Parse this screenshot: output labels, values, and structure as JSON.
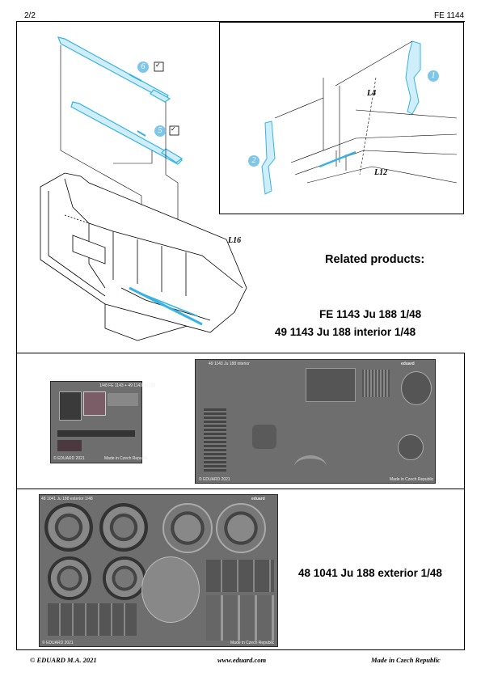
{
  "header": {
    "page": "2/2",
    "code": "FE 1144"
  },
  "callouts": {
    "part6": "6",
    "part5": "5",
    "part1": "1",
    "part2": "2",
    "bend_mark": "✓"
  },
  "labels": {
    "l4": "L4",
    "l12": "L12",
    "l16": "L16"
  },
  "related": {
    "title": "Related products:",
    "item1": "FE 1143 Ju 188 1/48",
    "item2": "49 1143 Ju 188 interior 1/48",
    "item3": "48 1041 Ju 188 exterior 1/48"
  },
  "sheets": {
    "small_title": "1/48   FE 1143 + 49 1143 Ju 188",
    "small_copyright": "© EDUARD 2021",
    "small_made": "Made in Czech Republic",
    "interior_title": "49 1143   Ju 188 interior",
    "interior_brand": "eduard",
    "interior_copyright": "© EDUARD 2021",
    "interior_made": "Made in Czech Republic",
    "exterior_title": "48 1041   Ju 188 exterior   1/48",
    "exterior_brand": "eduard",
    "exterior_copyright": "© EDUARD 2021",
    "exterior_made": "Made in Czech Republic"
  },
  "footer": {
    "copyright": "© EDUARD  M.A. 2021",
    "website": "www.eduard.com",
    "made_in": "Made in Czech Republic"
  },
  "colors": {
    "photo_etch_blue": "#35b3e6",
    "callout_fill": "#7fc6e8",
    "fret_gray": "#6e6e6e"
  }
}
